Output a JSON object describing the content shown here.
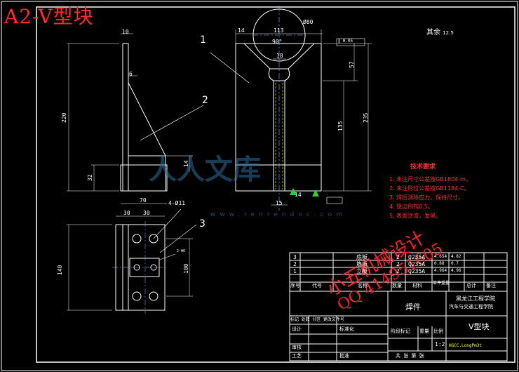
{
  "title": "A2-V型块",
  "callouts": [
    "1",
    "2",
    "3"
  ],
  "roughness_label": "其余",
  "roughness_value": "12.5",
  "side_view_dims": {
    "top_width": "10",
    "thickness": "6",
    "height": "220",
    "foot": "32",
    "base": "70",
    "notch": "14"
  },
  "front_view_dims": {
    "left": "14",
    "width": "113",
    "circle": "Ø80",
    "angle": "90°",
    "neck": "18",
    "v_depth": "57",
    "depth": "135",
    "total": "235",
    "slot": "15",
    "bottom": "14",
    "flatness": "∥ 0.05"
  },
  "plan_view_dims": {
    "w1": "30",
    "w2": "30",
    "holes": "4-Ø11",
    "height": "140",
    "pitch": "100",
    "callout": "3",
    "note": "2-Φ6"
  },
  "tech_requirements": {
    "title": "技术要求",
    "items": [
      "1. 未注尺寸公差按GB1804-m。",
      "2. 未注形位公差按GB1184-C。",
      "3. 焊后消除应力，保持尺寸。",
      "4. 锐边倒钝0.5。",
      "5. 表面涂漆，发黑。"
    ]
  },
  "watermark": {
    "brand": "人人文库",
    "url": "www.renrendoc.com",
    "shop": "小五机械设计",
    "qq": "QQ 414951605"
  },
  "parts_list": [
    {
      "no": "3",
      "name": "底板",
      "qty": "2",
      "material": "Q235A",
      "mass": "4.654",
      "total": "4.82"
    },
    {
      "no": "2",
      "name": "筋板",
      "qty": "2",
      "material": "Q235A",
      "mass": "0.88",
      "total": "0.7"
    },
    {
      "no": "1",
      "name": "立板",
      "qty": "2",
      "material": "Q235A",
      "mass": "4.964",
      "total": "4.96"
    }
  ],
  "parts_header": {
    "no": "序号",
    "code": "代号",
    "name": "名称",
    "qty": "数量",
    "material": "材料",
    "mass": "单件重量",
    "total": "总计",
    "remark": "备注"
  },
  "title_block": {
    "school": "黑龙江工程学院",
    "dept": "汽车与交通工程学院",
    "assembly": "焊件",
    "part_name": "V型块",
    "scale": "1:2",
    "design": "设计",
    "standard": "标准化",
    "check": "审核",
    "process": "工艺",
    "approve": "批准",
    "mark_stage": "阶段标记",
    "weight": "重量",
    "ratio": "比例",
    "sheets": "共 张 第 张",
    "mark_row": "标记 处数 分区 更改文件号",
    "drawing_no": "HGCC.LongPm3t"
  },
  "colors": {
    "line": "#ffffff",
    "accent": "#ff2a2a",
    "center": "#7fbfff",
    "hidden": "#ffff00",
    "watermark": "#2a6d9a",
    "frame": "#ffffff"
  }
}
